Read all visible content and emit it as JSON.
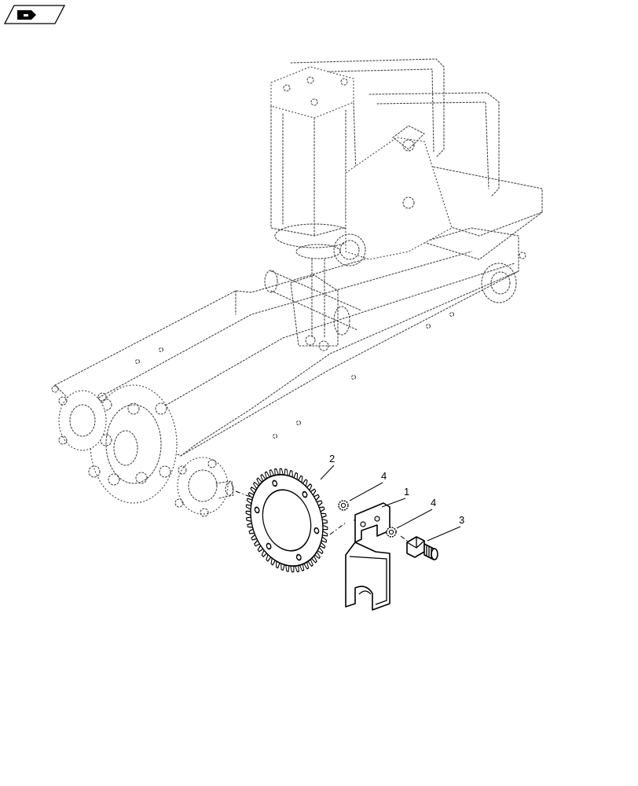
{
  "callouts": {
    "ring_gear": "2",
    "lock_washer_left": "4",
    "bracket": "1",
    "lock_washer_right": "4",
    "sensor_fitting": "3"
  },
  "icons": {
    "nav_badge": "arrow-book-icon"
  }
}
